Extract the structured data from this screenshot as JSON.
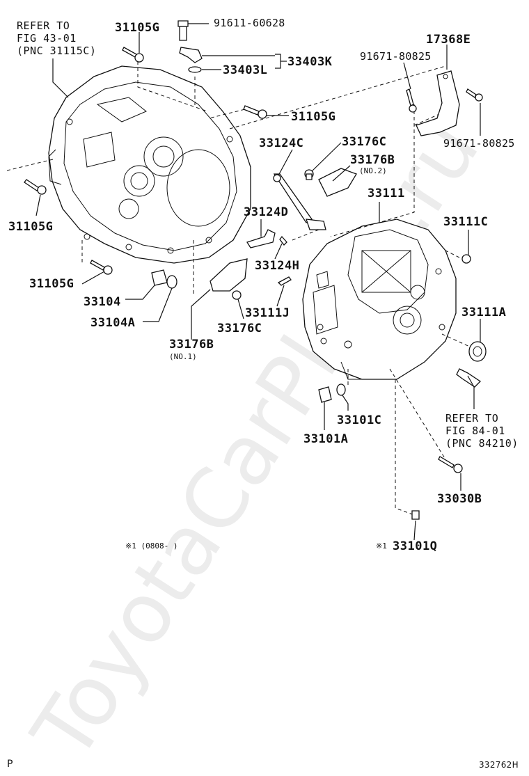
{
  "watermark": "ToyotaCarPlace.ru",
  "refs": {
    "left_top": [
      "REFER TO",
      "FIG 43-01",
      "(PNC 31115C)"
    ],
    "right_mid": [
      "REFER TO",
      "FIG 84-01",
      "(PNC 84210)"
    ]
  },
  "labels": {
    "p31105g_top": "31105G",
    "p91611": "91611-60628",
    "p33403k": "33403K",
    "p33403l": "33403L",
    "p17368e": "17368E",
    "p91671_a": "91671-80825",
    "p91671_b": "91671-80825",
    "p31105g_mid": "31105G",
    "p33124c": "33124C",
    "p33176c_a": "33176C",
    "p33176b_a": "33176B",
    "no2": "(NO.2)",
    "p33111": "33111",
    "p31105g_left": "31105G",
    "p33124d": "33124D",
    "p33111c": "33111C",
    "p33124h": "33124H",
    "p31105g_bottom": "31105G",
    "p33104": "33104",
    "p33104a": "33104A",
    "p33111j": "33111J",
    "p33111a": "33111A",
    "p33176c_b": "33176C",
    "p33176b_b": "33176B",
    "no1": "(NO.1)",
    "p33101c": "33101C",
    "p33101a": "33101A",
    "p33030b": "33030B",
    "note1": "※1 (0808-     )",
    "mark1": "※1",
    "p33101q": "33101Q"
  },
  "footer": {
    "left": "P",
    "right": "332762H"
  },
  "colors": {
    "line": "#111111",
    "watermark": "#ececec",
    "background": "#ffffff"
  }
}
